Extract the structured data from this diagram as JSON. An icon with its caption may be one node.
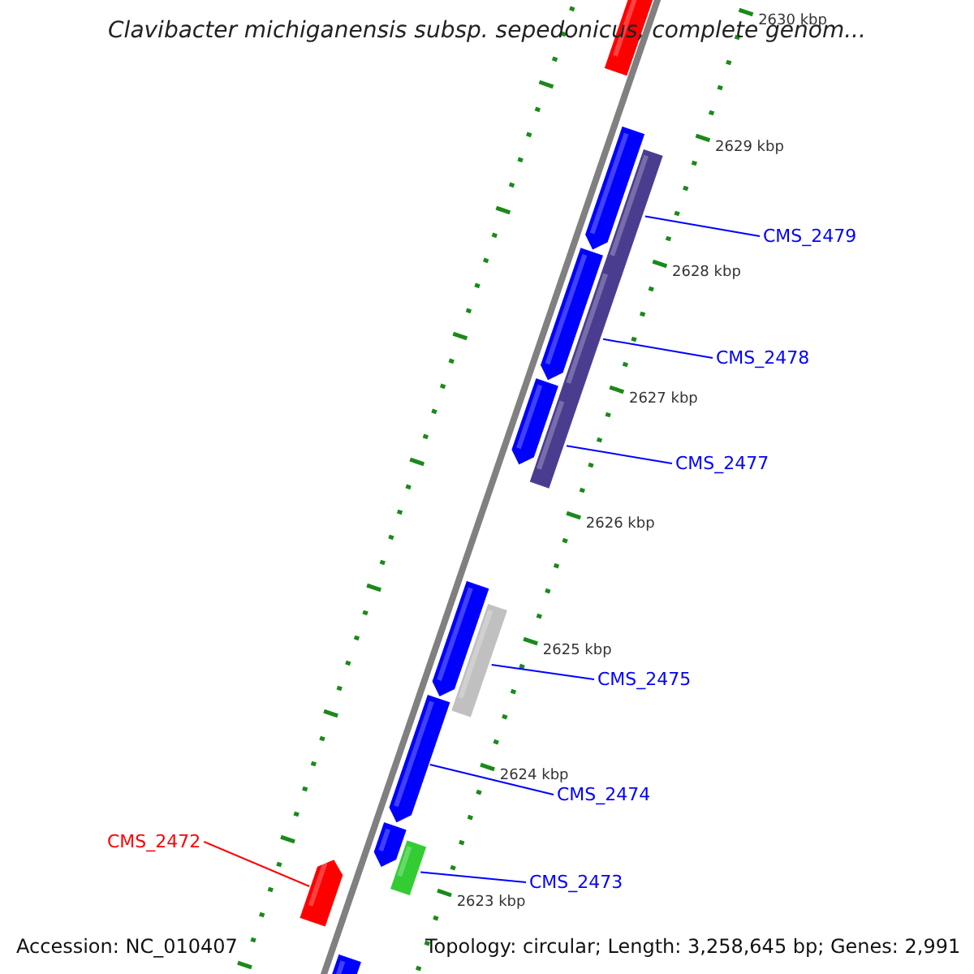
{
  "diagram": {
    "title": "Clavibacter michiganensis subsp. sepedonicus, complete genom...",
    "nodes": [
      {
        "text": [],
        "shape": "pentagon"
      },
      {
        "text": [],
        "shape": "pentagon"
      },
      {
        "text": [],
        "shape": "bar"
      },
      {
        "text": [
          "CMS_2479"
        ]
      },
      {
        "text": [],
        "shape": "pentagon"
      },
      {
        "text": [],
        "shape": "bar"
      },
      {
        "text": [
          "CMS_2478"
        ]
      },
      {
        "text": [],
        "shape": "pentagon"
      },
      {
        "text": [],
        "shape": "bar"
      },
      {
        "text": [
          "CMS_2477"
        ]
      },
      {
        "text": [],
        "shape": "pentagon"
      },
      {
        "text": [],
        "shape": "bar"
      },
      {
        "text": [
          "CMS_2475"
        ]
      },
      {
        "text": [],
        "shape": "pentagon"
      },
      {
        "text": [
          "CMS_2474"
        ]
      },
      {
        "text": [],
        "shape": "pentagon"
      },
      {
        "text": [],
        "shape": "bar"
      },
      {
        "text": [
          "CMS_2472"
        ]
      },
      {
        "text": [],
        "shape": "pentagon"
      },
      {
        "text": [
          "CMS_2473"
        ]
      },
      {
        "text": [],
        "shape": "pentagon"
      }
    ],
    "edges": [
      {
        "from": 3,
        "to": 2,
        "arrow": "none"
      },
      {
        "from": 6,
        "to": 5,
        "arrow": "none"
      },
      {
        "from": 9,
        "to": 8,
        "arrow": "none"
      },
      {
        "from": 12,
        "to": 11,
        "arrow": "none"
      },
      {
        "from": 14,
        "to": 13,
        "arrow": "none"
      },
      {
        "from": 17,
        "to": 18,
        "arrow": "none",
        "color": "#ff0000"
      },
      {
        "from": 19,
        "to": 16,
        "arrow": "none"
      }
    ],
    "labels": [
      "2630 kbp",
      "2629 kbp",
      "2628 kbp",
      "2627 kbp",
      "2626 kbp",
      "2625 kbp",
      "2624 kbp",
      "2623 kbp",
      "Accession: NC_010407",
      "Topology: circular; Length: 3,258,645 bp; Genes: 2,991"
    ]
  }
}
